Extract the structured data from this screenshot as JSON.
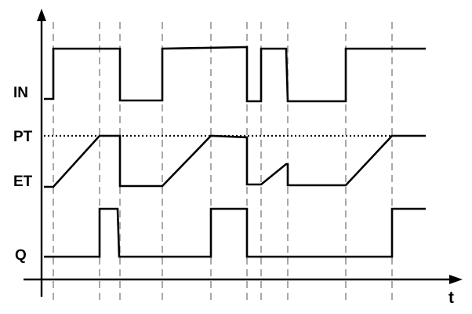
{
  "labels": {
    "in": "IN",
    "pt": "PT",
    "et": "ET",
    "q": "Q",
    "t": "t"
  },
  "colors": {
    "trace": "#000000",
    "guide": "#a9a9a9",
    "background": "#ffffff"
  }
}
